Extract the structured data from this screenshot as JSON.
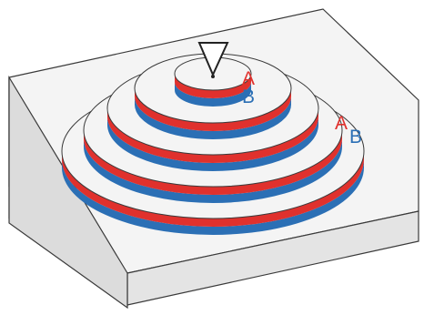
{
  "labels": {
    "inner_a": "A",
    "inner_b": "B",
    "outer_a": "A",
    "outer_b": "B"
  },
  "colors": {
    "layer_a": "#e0312d",
    "layer_b": "#2b6fb5",
    "block_top": "#f4f4f4",
    "block_side_left": "#dcdcdc",
    "block_side_front": "#e4e4e4",
    "outline": "#3a3a3a"
  },
  "terrace_count": 5,
  "icons": {
    "apex_marker": "triangle-down-icon"
  }
}
